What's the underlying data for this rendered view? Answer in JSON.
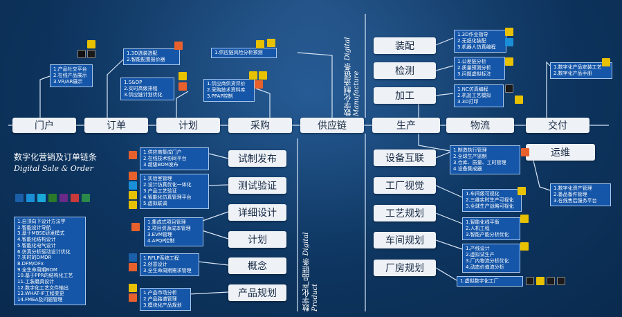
{
  "colors": {
    "box_fill": "#1556a8",
    "box_border": "#a9c8ee",
    "tag_bg": "#eef2f7",
    "text_dark": "#1a2b44",
    "bg_dark": "#0a2a4e"
  },
  "stages": [
    "门户",
    "订单",
    "计划",
    "采购",
    "供应链",
    "生产",
    "物流",
    "交付"
  ],
  "yunwei": "运维",
  "titles": {
    "sale_cn": "数字化营销及订单链条",
    "sale_en": "Digital Sale & Order",
    "mfg_cn": "数字化制造链条",
    "mfg_en": "Digital Manufacture",
    "prod_cn": "数字化产品链条",
    "prod_en": "Digital Product"
  },
  "mfg_tags": [
    "装配",
    "检测",
    "加工"
  ],
  "prod_tags": [
    "试制发布",
    "测试验证",
    "详细设计",
    "计划",
    "概念",
    "产品规划"
  ],
  "factory_tags": [
    "设备互联",
    "工厂视觉",
    "工艺规划",
    "车间规划",
    "厂房规划"
  ],
  "boxes": {
    "portal": [
      "1.产品社交平台",
      "2.在线产品展示",
      "3.VR/AR展示"
    ],
    "order": [
      "1.3D选装选配",
      "2.智能配置报价器"
    ],
    "plan": [
      "1.S&OP",
      "2.实时高级排程",
      "3.供应链计划优化"
    ],
    "supply_analysis": [
      "1.供应链风险分析预测"
    ],
    "purchase": [
      "1.供应商供货评价",
      "2.采购技术资料库",
      "3.PPAP控制"
    ],
    "assembly": [
      "1.3D作业指导",
      "2.无纸化装配",
      "3.机器人仿真编程"
    ],
    "inspect": [
      "1.公差链分析",
      "2.质量预测分析",
      "3.问题虚拟标注"
    ],
    "machining": [
      "1.NC仿真编程",
      "2.机加工艺模拟",
      "3.3D打印"
    ],
    "delivery": [
      "1.数字化产品安装工艺",
      "2.数字化产品手册"
    ],
    "mes": [
      "1.制造执行管理",
      "2.全球生产监制",
      "3.仓库、质量、工时管理",
      "4.设备集成器"
    ],
    "om": [
      "1.数字化资产管理",
      "2.备品备件管理",
      "3.在线售后服务平台"
    ],
    "trial": [
      "1.供应商集成门户",
      "2.在线技术协同平台",
      "3.超级BOM发布"
    ],
    "test": [
      "1.实验室管理",
      "2.设计仿真优化一体化",
      "3.产品工艺验证",
      "4.智能化仿真管理平台",
      "5.虚拟联调"
    ],
    "plan2": [
      "1.集成式项目管理",
      "2.项目资源成本管理",
      "3.EVM管理",
      "4.APQP控制"
    ],
    "concept": [
      "1.RFLP系统工程",
      "2.创意设计",
      "3.全生命周期需求管理"
    ],
    "product_plan": [
      "1.产品市场分析",
      "2.产品路谱管理",
      "3.模块化产品规划"
    ],
    "detail": [
      "1.自顶向下设计方法学",
      "2.智能设计导航",
      "3.基于MBSE研发模式",
      "4.智能化结构设计",
      "5.智能化电气设计",
      "6.仿真分析驱动设计优化",
      "7.实时的DMDR",
      "8.DFM/DFx",
      "9.全生命周期BOM",
      "10.基于PPR的结构化工艺",
      "11.工装磨具设计",
      "12.数字化工艺文件输出",
      "13.WHAT-IF工程变更",
      "14.FMEA及问题管理"
    ],
    "vision": [
      "1.车间级可视化",
      "2.三维实时生产可视化",
      "3.全球生产战略可视化"
    ],
    "process": [
      "1.智能化线平衡",
      "2.人机工程",
      "3.智能产能分析优化"
    ],
    "workshop": [
      "1.产线设计",
      "2.虚拟试生产",
      "3.厂内物流分析优化",
      "4.动态价值流分析"
    ],
    "plant": [
      "1.虚拟数字化工厂"
    ]
  }
}
